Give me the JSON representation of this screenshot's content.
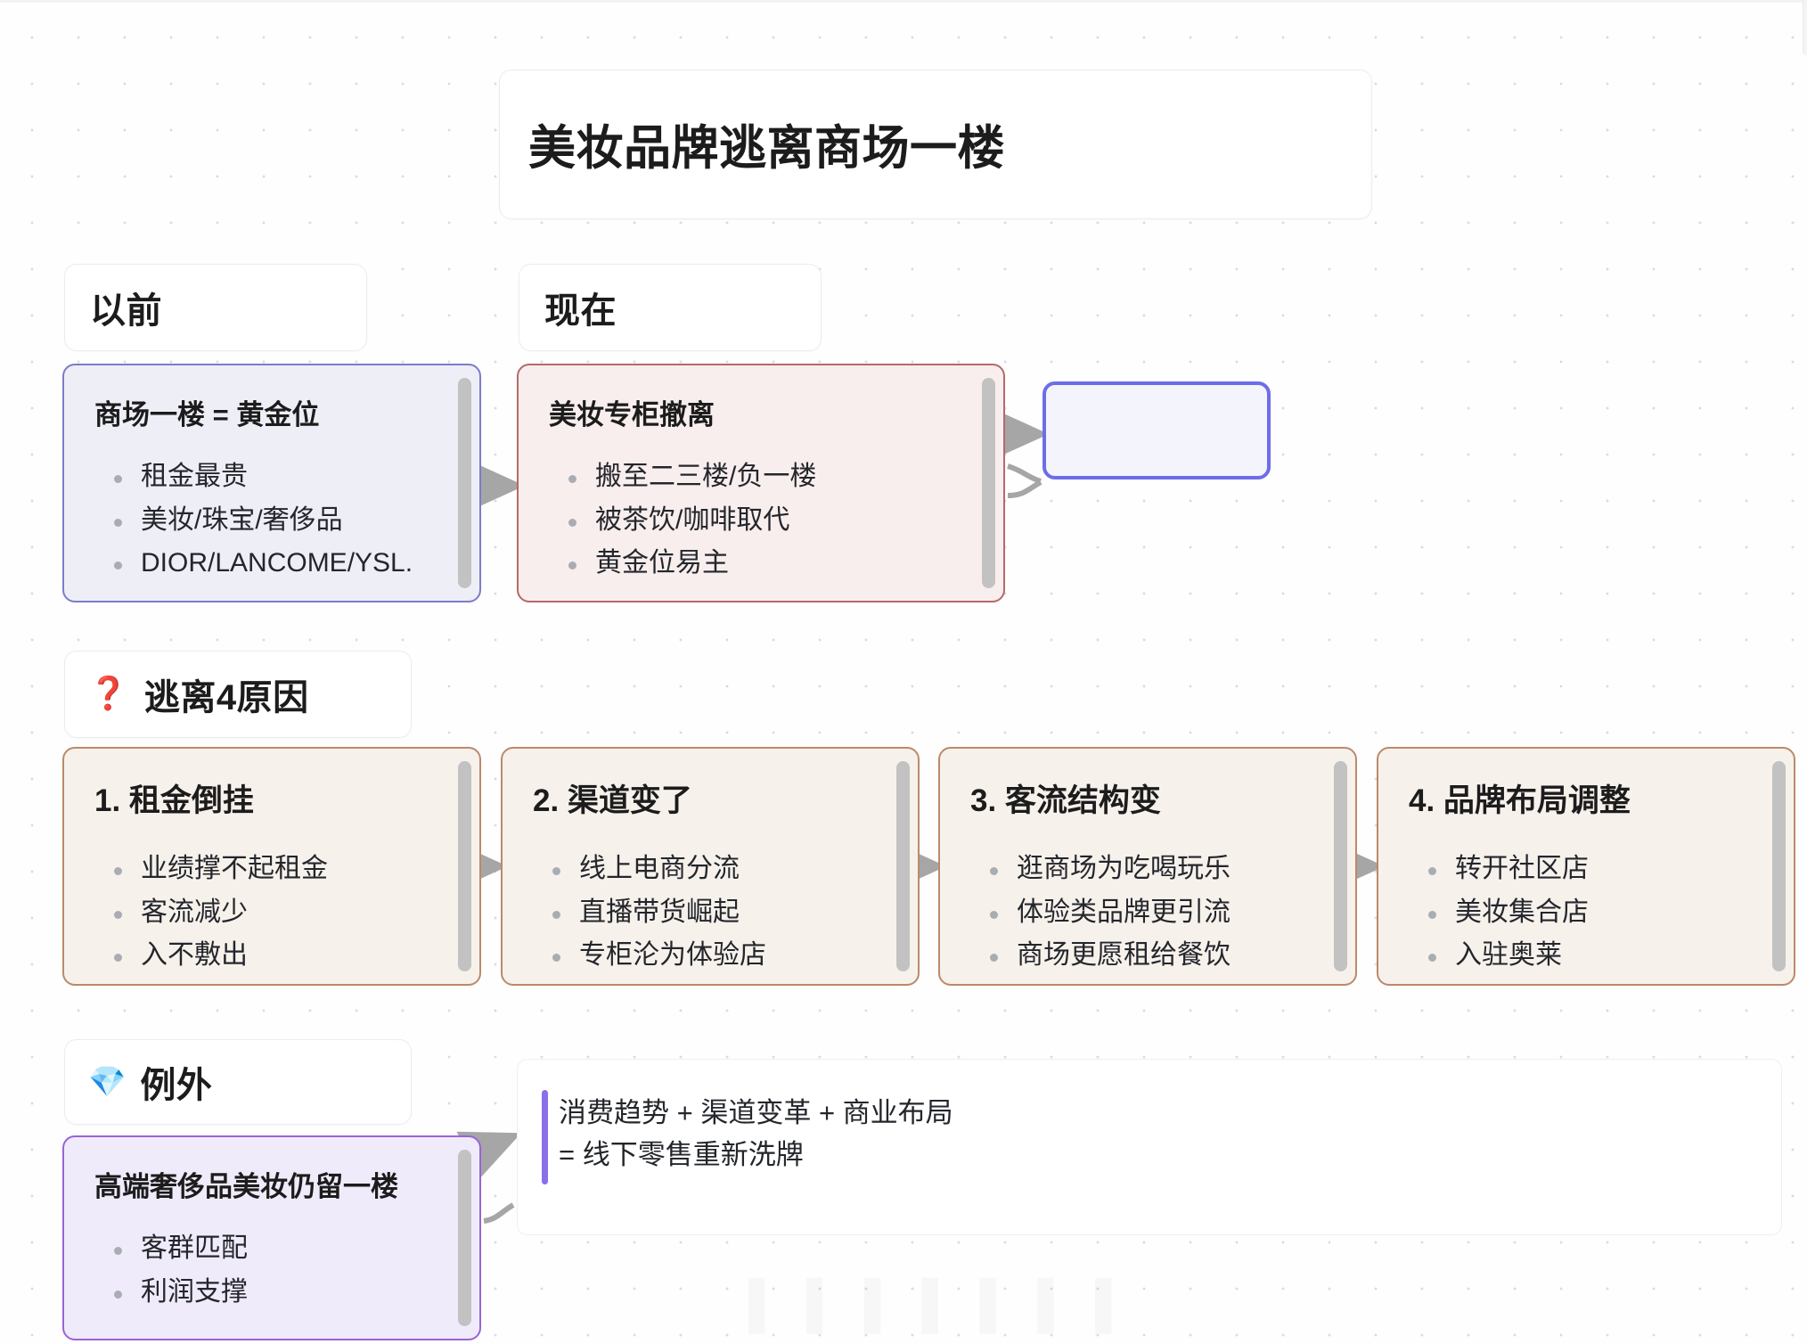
{
  "title": {
    "text": "美妆品牌逃离商场一楼"
  },
  "sections": {
    "before_label": "以前",
    "now_label": "现在",
    "reasons_label": "逃离4原因",
    "reasons_emoji": "❓",
    "exception_label": "例外",
    "exception_emoji": "💎"
  },
  "cards": {
    "before": {
      "title": "商场一楼 = 黄金位",
      "bullets": [
        "租金最贵",
        "美妆/珠宝/奢侈品",
        "DIOR/LANCOME/YSL."
      ]
    },
    "now": {
      "title": "美妆专柜撤离",
      "bullets": [
        "搬至二三楼/负一楼",
        "被茶饮/咖啡取代",
        "黄金位易主"
      ]
    },
    "empty": {
      "title": "",
      "bullets": []
    },
    "reason1": {
      "title": "1. 租金倒挂",
      "bullets": [
        "业绩撑不起租金",
        "客流减少",
        "入不敷出"
      ]
    },
    "reason2": {
      "title": "2. 渠道变了",
      "bullets": [
        "线上电商分流",
        "直播带货崛起",
        "专柜沦为体验店"
      ]
    },
    "reason3": {
      "title": "3. 客流结构变",
      "bullets": [
        "逛商场为吃喝玩乐",
        "体验类品牌更引流",
        "商场更愿租给餐饮"
      ]
    },
    "reason4": {
      "title": "4. 品牌布局调整",
      "bullets": [
        "转开社区店",
        "美妆集合店",
        "入驻奥莱"
      ]
    },
    "exception": {
      "title": "高端奢侈品美妆仍留一楼",
      "bullets": [
        "客群匹配",
        "利润支撑"
      ]
    }
  },
  "conclusion": {
    "line1": "消费趋势 + 渠道变革 + 商业布局",
    "line2": "= 线下零售重新洗牌"
  },
  "colors": {
    "purple_border": "#7c7ccb",
    "purple_fill": "#eeeef7",
    "rose_border": "#b5696b",
    "rose_fill": "#f9eeee",
    "tan_border": "#bb8a6a",
    "tan_fill": "#f7f1ec",
    "violet_border": "#9b63d6",
    "violet_fill": "#f0ebfa",
    "blue_border": "#6d6de8",
    "blue_fill": "#f4f4fd",
    "accent_bar": "#8b6fe8",
    "connector": "#a6a6a6"
  }
}
